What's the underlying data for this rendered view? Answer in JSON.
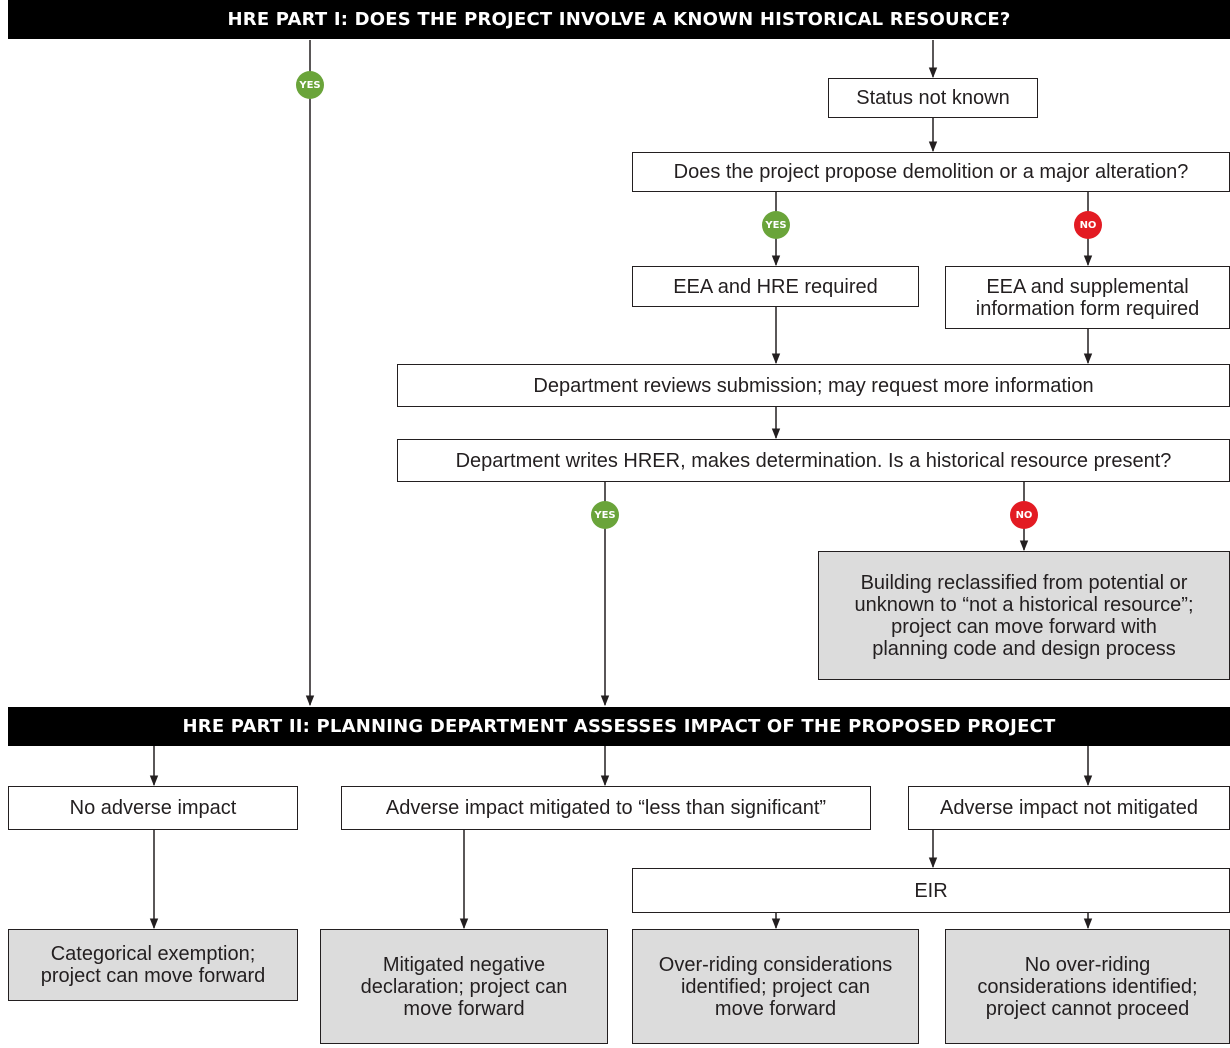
{
  "colors": {
    "yes": "#6aa43a",
    "no": "#e31b23",
    "banner": "#000000",
    "outcome_fill": "#dcdcdc"
  },
  "part1": {
    "title": "HRE PART I: DOES THE PROJECT INVOLVE A KNOWN HISTORICAL RESOURCE?"
  },
  "part2": {
    "title": "HRE PART II: PLANNING DEPARTMENT ASSESSES IMPACT OF THE PROPOSED PROJECT"
  },
  "badges": {
    "yes": "YES",
    "no": "NO"
  },
  "nodes": {
    "status_not_known": "Status not known",
    "demolition_question": "Does the project propose demolition or a major alteration?",
    "eea_hre_required": "EEA and HRE required",
    "eea_supplemental_line1": "EEA and supplemental",
    "eea_supplemental_line2": "information form required",
    "dept_reviews": "Department reviews submission; may request more information",
    "dept_writes_hrer": "Department writes HRER, makes determination. Is a historical resource present?",
    "reclassified_line1": "Building reclassified from potential or",
    "reclassified_line2": "unknown to “not a historical resource”;",
    "reclassified_line3": "project can move forward with",
    "reclassified_line4": "planning code and design process",
    "no_adverse_impact": "No adverse impact",
    "adverse_mitigated": "Adverse impact mitigated to “less than significant”",
    "adverse_not_mitigated": "Adverse impact not mitigated",
    "eir": "EIR",
    "categorical_line1": "Categorical exemption;",
    "categorical_line2": "project can move forward",
    "mitigated_neg_line1": "Mitigated negative",
    "mitigated_neg_line2": "declaration; project can",
    "mitigated_neg_line3": "move forward",
    "overriding_line1": "Over-riding considerations",
    "overriding_line2": "identified; project can",
    "overriding_line3": "move forward",
    "no_overriding_line1": "No over-riding",
    "no_overriding_line2": "considerations identified;",
    "no_overriding_line3": "project cannot proceed"
  }
}
